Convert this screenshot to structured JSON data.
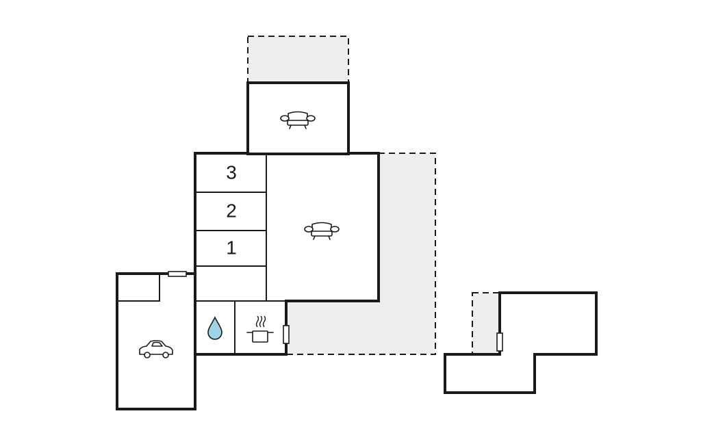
{
  "colors": {
    "wall": "#1a1a1a",
    "terrace": "#eceeef",
    "water": "#9fd3e6",
    "background": "#ffffff"
  },
  "rooms": {
    "bedrooms": [
      {
        "label": "3"
      },
      {
        "label": "2"
      },
      {
        "label": "1"
      }
    ]
  },
  "icons": {
    "sofa": "sofa-icon",
    "car": "car-icon",
    "water": "water-drop-icon",
    "kitchen": "cooking-pot-icon"
  }
}
